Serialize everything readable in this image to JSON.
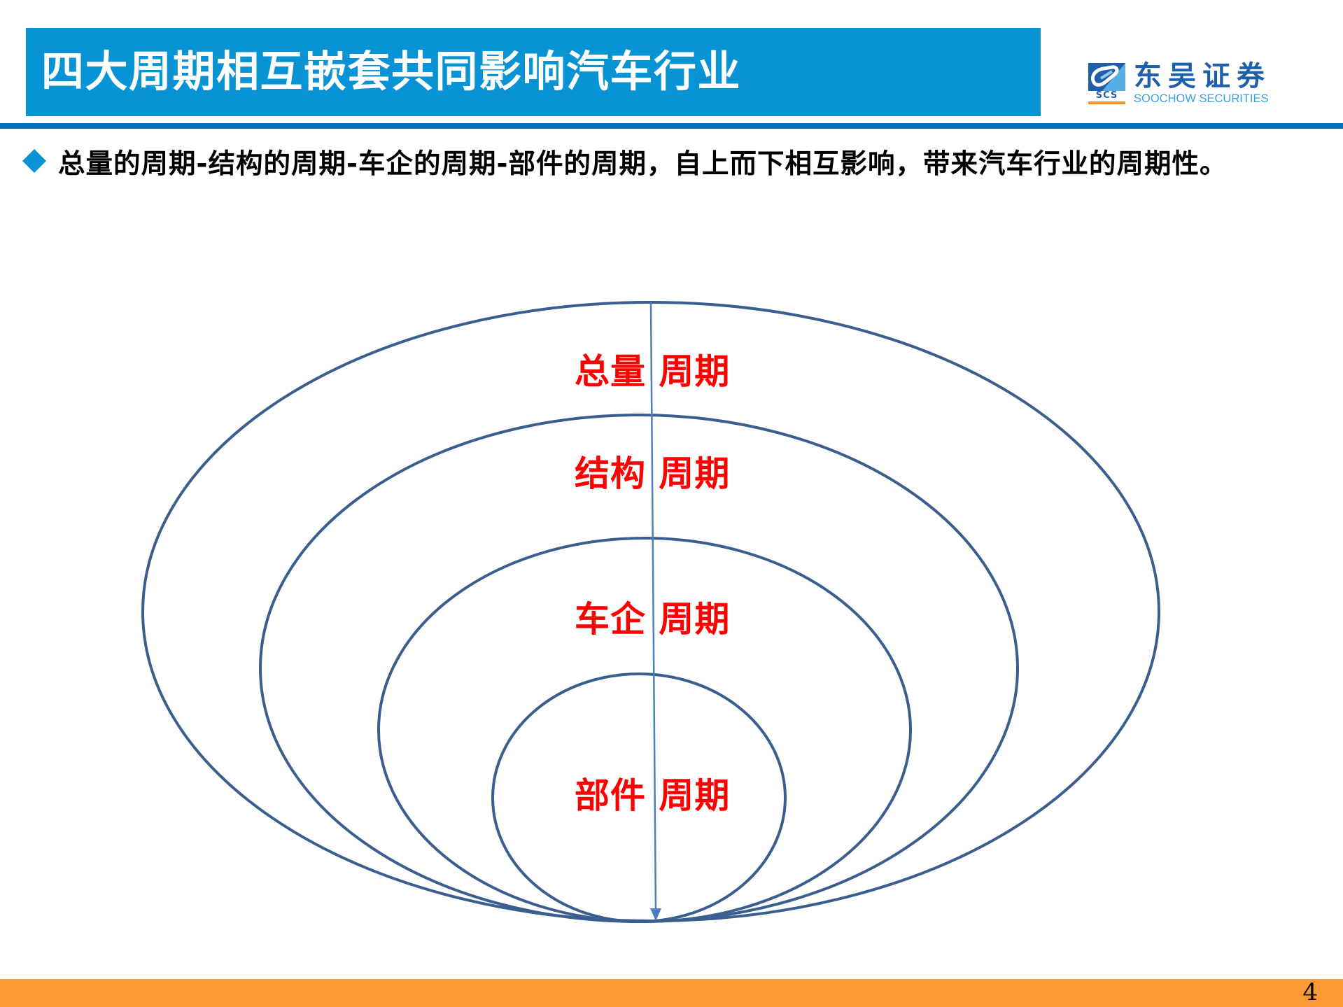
{
  "header": {
    "title": "四大周期相互嵌套共同影响汽车行业",
    "title_bg_color": "#0894d4",
    "divider_color": "#0070c0"
  },
  "logo": {
    "icon": "soochow-logo-icon",
    "abbr": "SCS",
    "name_cn": "东吴证券",
    "name_en": "SOOCHOW SECURITIES"
  },
  "bullet": {
    "icon": "diamond-bullet-icon",
    "text": "总量的周期-结构的周期-车企的周期-部件的周期，自上而下相互影响，带来汽车行业的周期性。"
  },
  "diagram": {
    "type": "nested-ellipses",
    "stroke_color": "#3a5f8f",
    "arrow_color": "#4a7fc1",
    "label_color": "#ff0000",
    "arrow_direction": "top-to-bottom",
    "layers": [
      {
        "label": "总量 周期",
        "order": 1
      },
      {
        "label": "结构 周期",
        "order": 2
      },
      {
        "label": "车企 周期",
        "order": 3
      },
      {
        "label": "部件 周期",
        "order": 4
      }
    ]
  },
  "footer": {
    "page_number": "4",
    "bar_color": "#fe9a36"
  }
}
